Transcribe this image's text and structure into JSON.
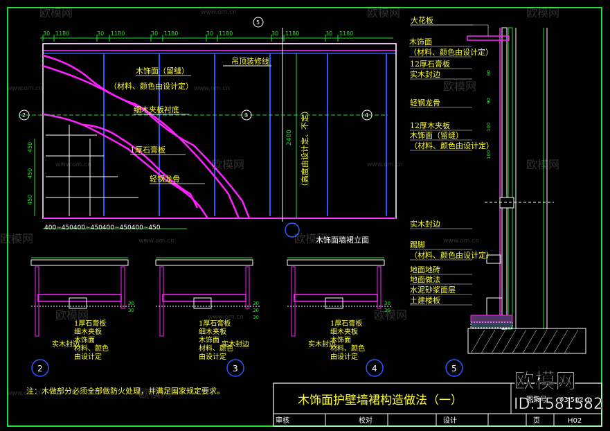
{
  "elevation": {
    "title": "木饰面墙裙立面",
    "top_dims": [
      "30",
      "1180",
      "30",
      "1180",
      "30",
      "1180",
      "30",
      "1180"
    ],
    "bottom_dims": "400~450400~450400~450400~450",
    "left_dims": [
      "450",
      "450",
      "450"
    ],
    "ceiling_label": "吊顶装修线",
    "vertical_label": "（高度由设计定、不定）",
    "height_dim": "2400",
    "labels": [
      "木饰面（留缝）",
      "（材料、颜色由设计定）",
      "细木夹板衬底",
      "1厚石膏板",
      "轻钢龙骨"
    ],
    "section_marks": [
      "2",
      "3",
      "4",
      "5"
    ]
  },
  "section5_labels": [
    "大花板",
    "木饰面",
    "（材料、颜色由设计定）",
    "12厚石膏板",
    "实木封边",
    "轻钢龙骨",
    "12厚木夹板",
    "木饰面（留缝）",
    "（材料、颜色由设计定）",
    "实木封边",
    "踢脚",
    "（材料、颜色由设计定）",
    "地面地砖",
    "地面做法",
    "水泥砂浆面层",
    "土建楼板"
  ],
  "section5_dims": [
    "30",
    "90",
    "100",
    "100"
  ],
  "details": [
    {
      "num": "2",
      "top_label": "实木封边",
      "labels": [
        "1厚石膏板",
        "细木夹板",
        "木饰面",
        "材料、颜色",
        "由设计定"
      ],
      "dims": [
        "30",
        "30"
      ]
    },
    {
      "num": "3",
      "top_label": "实木封边",
      "labels": [
        "1厚石膏板",
        "细木夹板",
        "木饰面",
        "材料、颜色",
        "由设计定"
      ],
      "dims": [
        "30",
        "30",
        "30"
      ]
    },
    {
      "num": "4",
      "top_label": "实木封边",
      "labels": [
        "1厚石膏板",
        "细木夹板",
        "木饰面",
        "材料、颜色",
        "由设计定"
      ],
      "dims": [
        "30",
        "30"
      ]
    },
    {
      "num": "5",
      "top_label": "",
      "labels": [],
      "dims": []
    }
  ],
  "note": "注：木做部分必须全部做防火处理，并满足国家规定要求。",
  "title_block": {
    "title": "木饰面护壁墙裙构造做法（一）",
    "atlas_label": "图集号",
    "atlas_no": "03J502-1",
    "review": "审核",
    "check": "校对",
    "design": "设计",
    "page_label": "页",
    "page_no": "H02"
  },
  "watermarks": {
    "site": "www.om.cn",
    "brand": "欧模网",
    "id": "ID:1581582"
  }
}
